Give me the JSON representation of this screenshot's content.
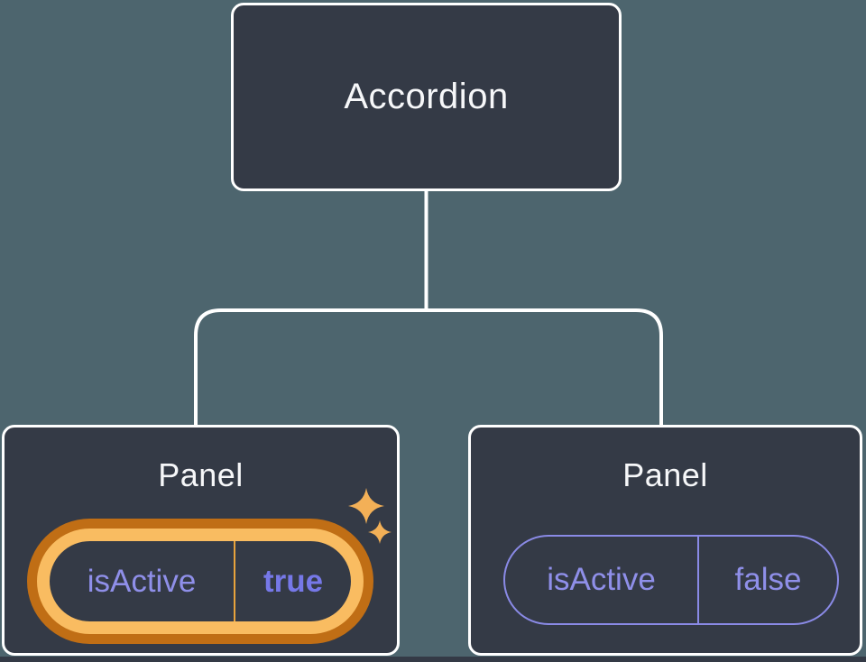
{
  "colors": {
    "background": "#4D656E",
    "node-fill": "#343A46",
    "node-border": "#FFFFFF",
    "connector": "#FFFFFF",
    "label": "#F6F7F9",
    "prop-purple": "#8F8FE9",
    "prop-purple-bold": "#7678E8",
    "prop-border": "#8A8AE6",
    "ring-outer": "#C06E15",
    "ring-inner": "#F9BC61",
    "ring-divider": "#E8A33C",
    "sparkle": "#F3B057"
  },
  "icons": {
    "sparkles": "✦"
  },
  "tree": {
    "root": {
      "label": "Accordion"
    },
    "children": [
      {
        "label": "Panel",
        "prop_name": "isActive",
        "prop_value": "true",
        "highlighted": true
      },
      {
        "label": "Panel",
        "prop_name": "isActive",
        "prop_value": "false",
        "highlighted": false
      }
    ]
  }
}
